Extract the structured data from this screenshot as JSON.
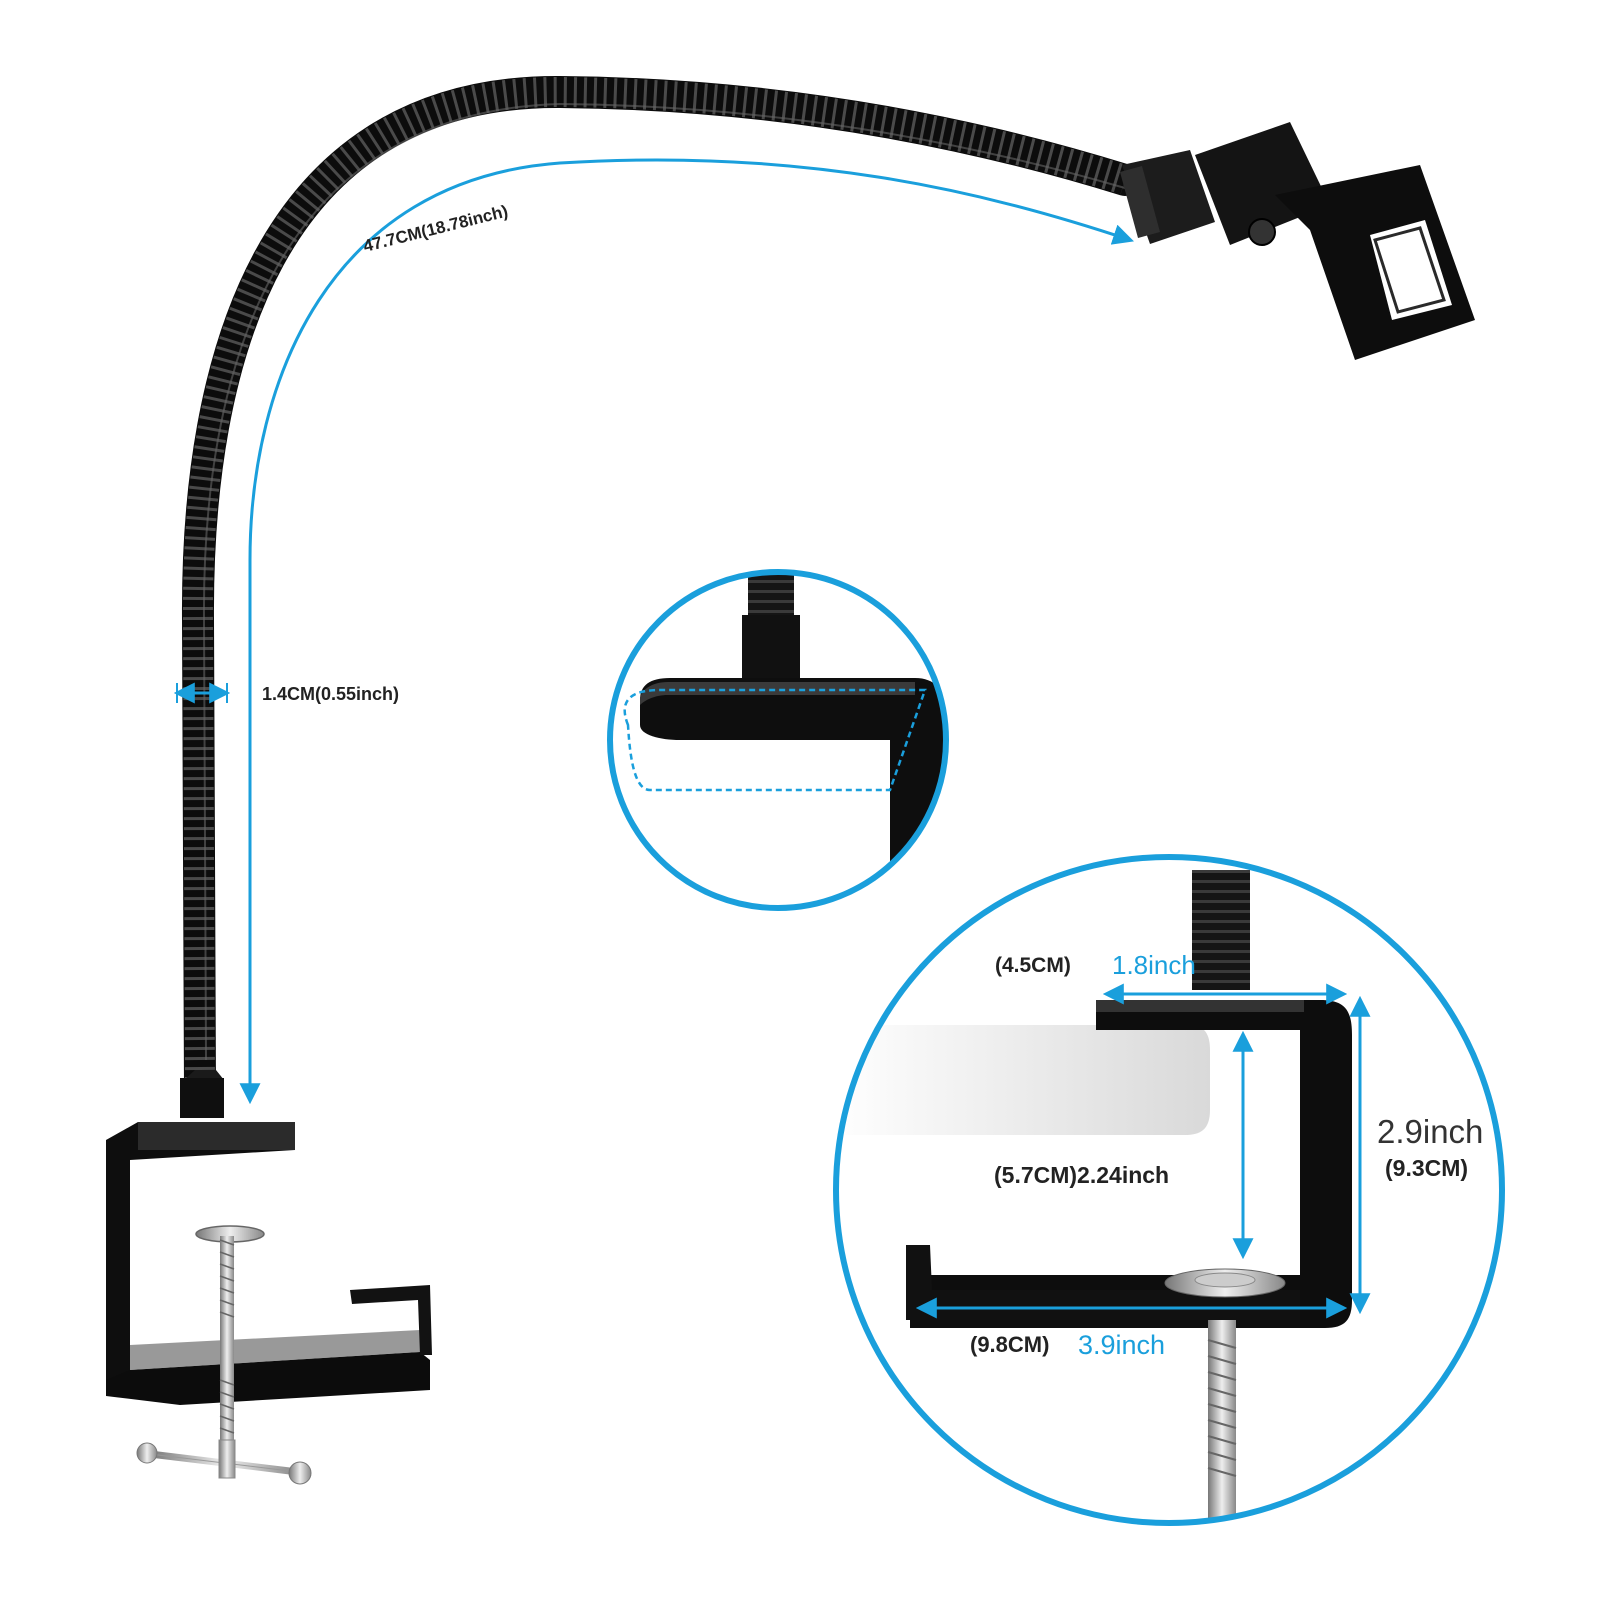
{
  "accent_color": "#1a9fdc",
  "product_color": "#111111",
  "labels": {
    "arm_length": "47.7CM(18.78inch)",
    "tube_diameter": "1.4CM(0.55inch)",
    "top_width_cm": "(4.5CM)",
    "top_width_in": "1.8inch",
    "clamp_opening": "(5.7CM)2.24inch",
    "clamp_height_in": "2.9inch",
    "clamp_height_cm": "(9.3CM)",
    "bottom_width_cm": "(9.8CM)",
    "bottom_width_in": "3.9inch"
  },
  "icons": [
    "gooseneck-icon",
    "mic-clip-icon",
    "desk-clamp-icon",
    "screw-handle-icon",
    "dimension-arrow-icon"
  ]
}
